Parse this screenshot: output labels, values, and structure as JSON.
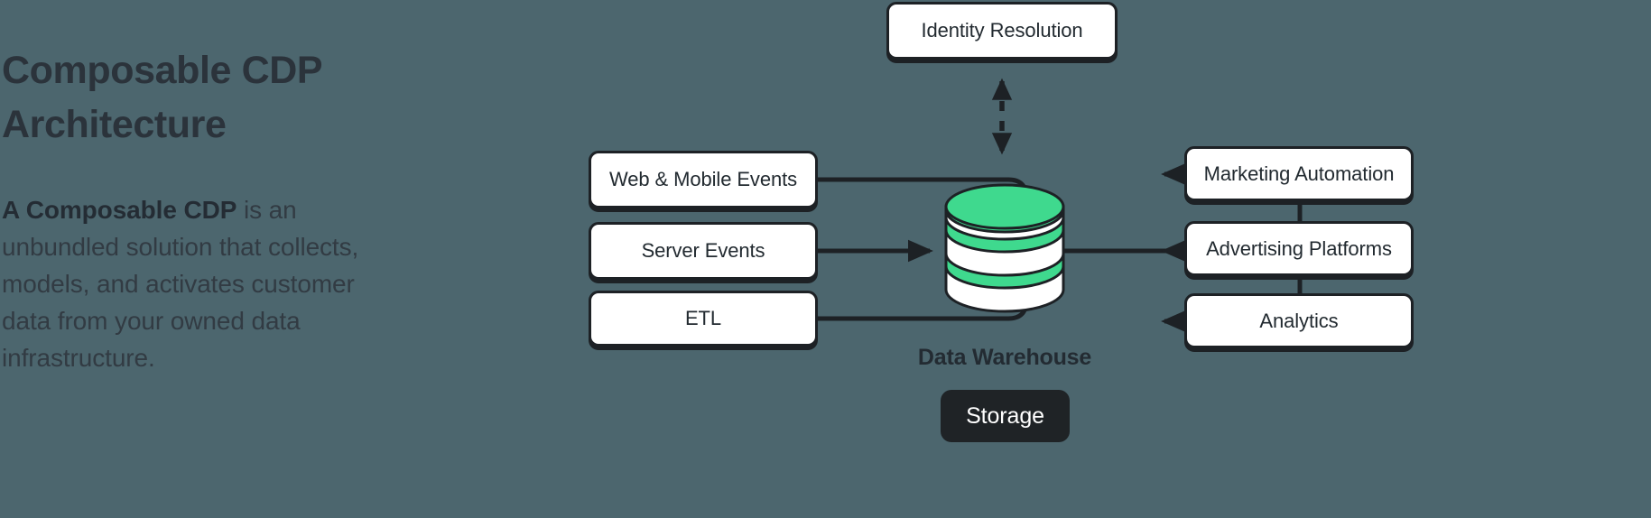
{
  "theme": {
    "background": "#4c666e",
    "ink": "#1d2125",
    "box_fill": "#ffffff",
    "accent_green": "#3fd98e",
    "badge_fill": "#1f2326",
    "badge_text": "#ffffff"
  },
  "copy": {
    "title": "Composable CDP Architecture",
    "paragraph_lead": "A Composable CDP",
    "paragraph_rest": " is an unbundled solution that collects, models, and activates customer data from your owned data infrastructure."
  },
  "diagram": {
    "type": "flow-diagram",
    "inputs": [
      {
        "id": "web-mobile-events",
        "label": "Web & Mobile Events"
      },
      {
        "id": "server-events",
        "label": "Server Events"
      },
      {
        "id": "etl",
        "label": "ETL"
      }
    ],
    "center": {
      "id": "data-warehouse",
      "label": "Data Warehouse",
      "badge": "Storage",
      "icon": "database-cylinder-icon"
    },
    "top": {
      "id": "identity-resolution",
      "label": "Identity Resolution",
      "link": "bidirectional-dashed"
    },
    "outputs": [
      {
        "id": "marketing-automation",
        "label": "Marketing Automation"
      },
      {
        "id": "advertising-platforms",
        "label": "Advertising Platforms"
      },
      {
        "id": "analytics",
        "label": "Analytics"
      }
    ]
  }
}
